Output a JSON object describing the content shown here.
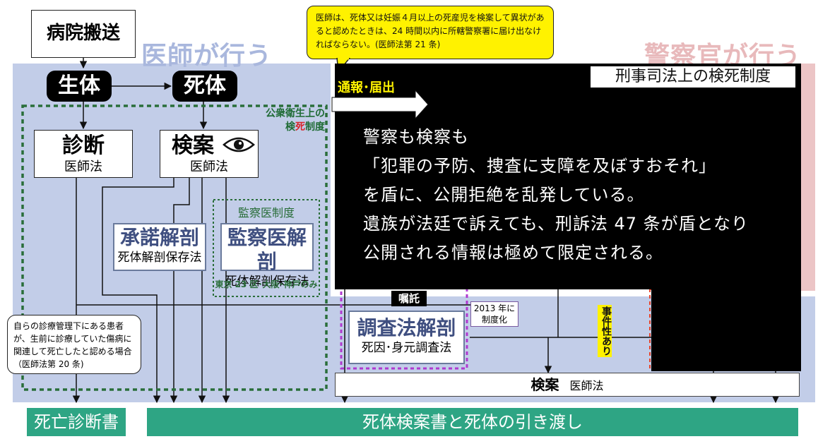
{
  "hospital": "病院搬送",
  "ghost_left": "医師が行う",
  "ghost_right": "警察官が行う",
  "bubble": "医師は、死体又は妊娠４月以上の死産児を検案して異状があると認めたときは、24 時間以内に所轄警察署に届け出なければならない。(医師法第 21 条)",
  "living": "生体",
  "dead": "死体",
  "report": "通報･届出",
  "criminal_title": "刑事司法上の検死制度",
  "public_health_1": "公衆衛生上の",
  "public_health_2a": "検",
  "public_health_2b": "死",
  "public_health_2c": "制度",
  "diagnosis": {
    "title": "診断",
    "law": "医師法"
  },
  "inspection": {
    "title": "検案",
    "law": "医師法"
  },
  "consent_autopsy": {
    "title": "承諾解剖",
    "law": "死体解剖保存法"
  },
  "examiner_system": "監察医制度",
  "examiner_autopsy": {
    "title": "監察医解剖",
    "law": "死体解剖保存法"
  },
  "examiner_area": "東京 23 区･大阪･神戸のみ",
  "callout_text": "自らの診療管理下にある患者が、生前に診療していた傷病に関連して死亡したと認める場合（医師法第 20 条)",
  "message_lines": [
    "警察も検察も",
    "「犯罪の予防、捜査に支障を及ぼすおそれ」",
    "を盾に、公開拒絶を乱発している。",
    "遺族が法廷で訴えても、刑訴法 47 条が盾となり",
    "公開される情報は極めて限定される。"
  ],
  "commission": "嘱託",
  "investigation_autopsy": {
    "title": "調査法解剖",
    "law": "死因･身元調査法"
  },
  "institutionalized": "2013 年に制度化",
  "criminality": "事件性あり",
  "bottom_inspection": {
    "title": "検案",
    "law": "医師法"
  },
  "death_certificate": "死亡診断書",
  "handover": "死体検案書と死体の引き渡し",
  "colors": {
    "blue_panel": "#c2cde8",
    "pink_panel": "#ecc5c6",
    "green_bar": "#2ea584",
    "dotted_green": "#2a6e3a",
    "dotted_purple": "#b03ad0",
    "callout_yellow": "#fff200",
    "red_accent": "#d8262b"
  }
}
